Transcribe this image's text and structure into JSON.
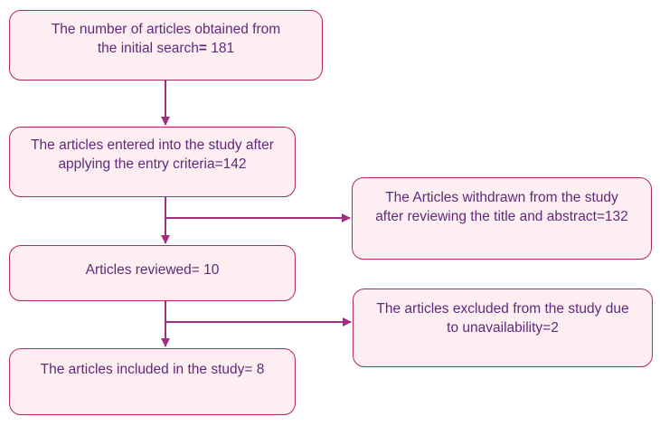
{
  "boxes": {
    "initial": {
      "line1": "The number of articles obtained from",
      "line2_text": "the initial search",
      "line2_eq": "=",
      "line2_value": " 181"
    },
    "entry": {
      "line1": "The articles entered into the study after",
      "line2": "applying the entry criteria=142"
    },
    "withdrawn": {
      "line1": "The Articles withdrawn from the study",
      "line2": "after reviewing the title and abstract=132"
    },
    "reviewed": {
      "line1": "Articles reviewed= 10"
    },
    "excluded": {
      "line1": "The articles excluded from the study due",
      "line2": "to unavailability=2"
    },
    "included": {
      "line1": "The articles included in the study= 8"
    }
  },
  "colors": {
    "box_fill": "#fdeef1",
    "box_border": "#b02a5a",
    "text": "#5f2a7c",
    "arrow": "#a0307f"
  }
}
